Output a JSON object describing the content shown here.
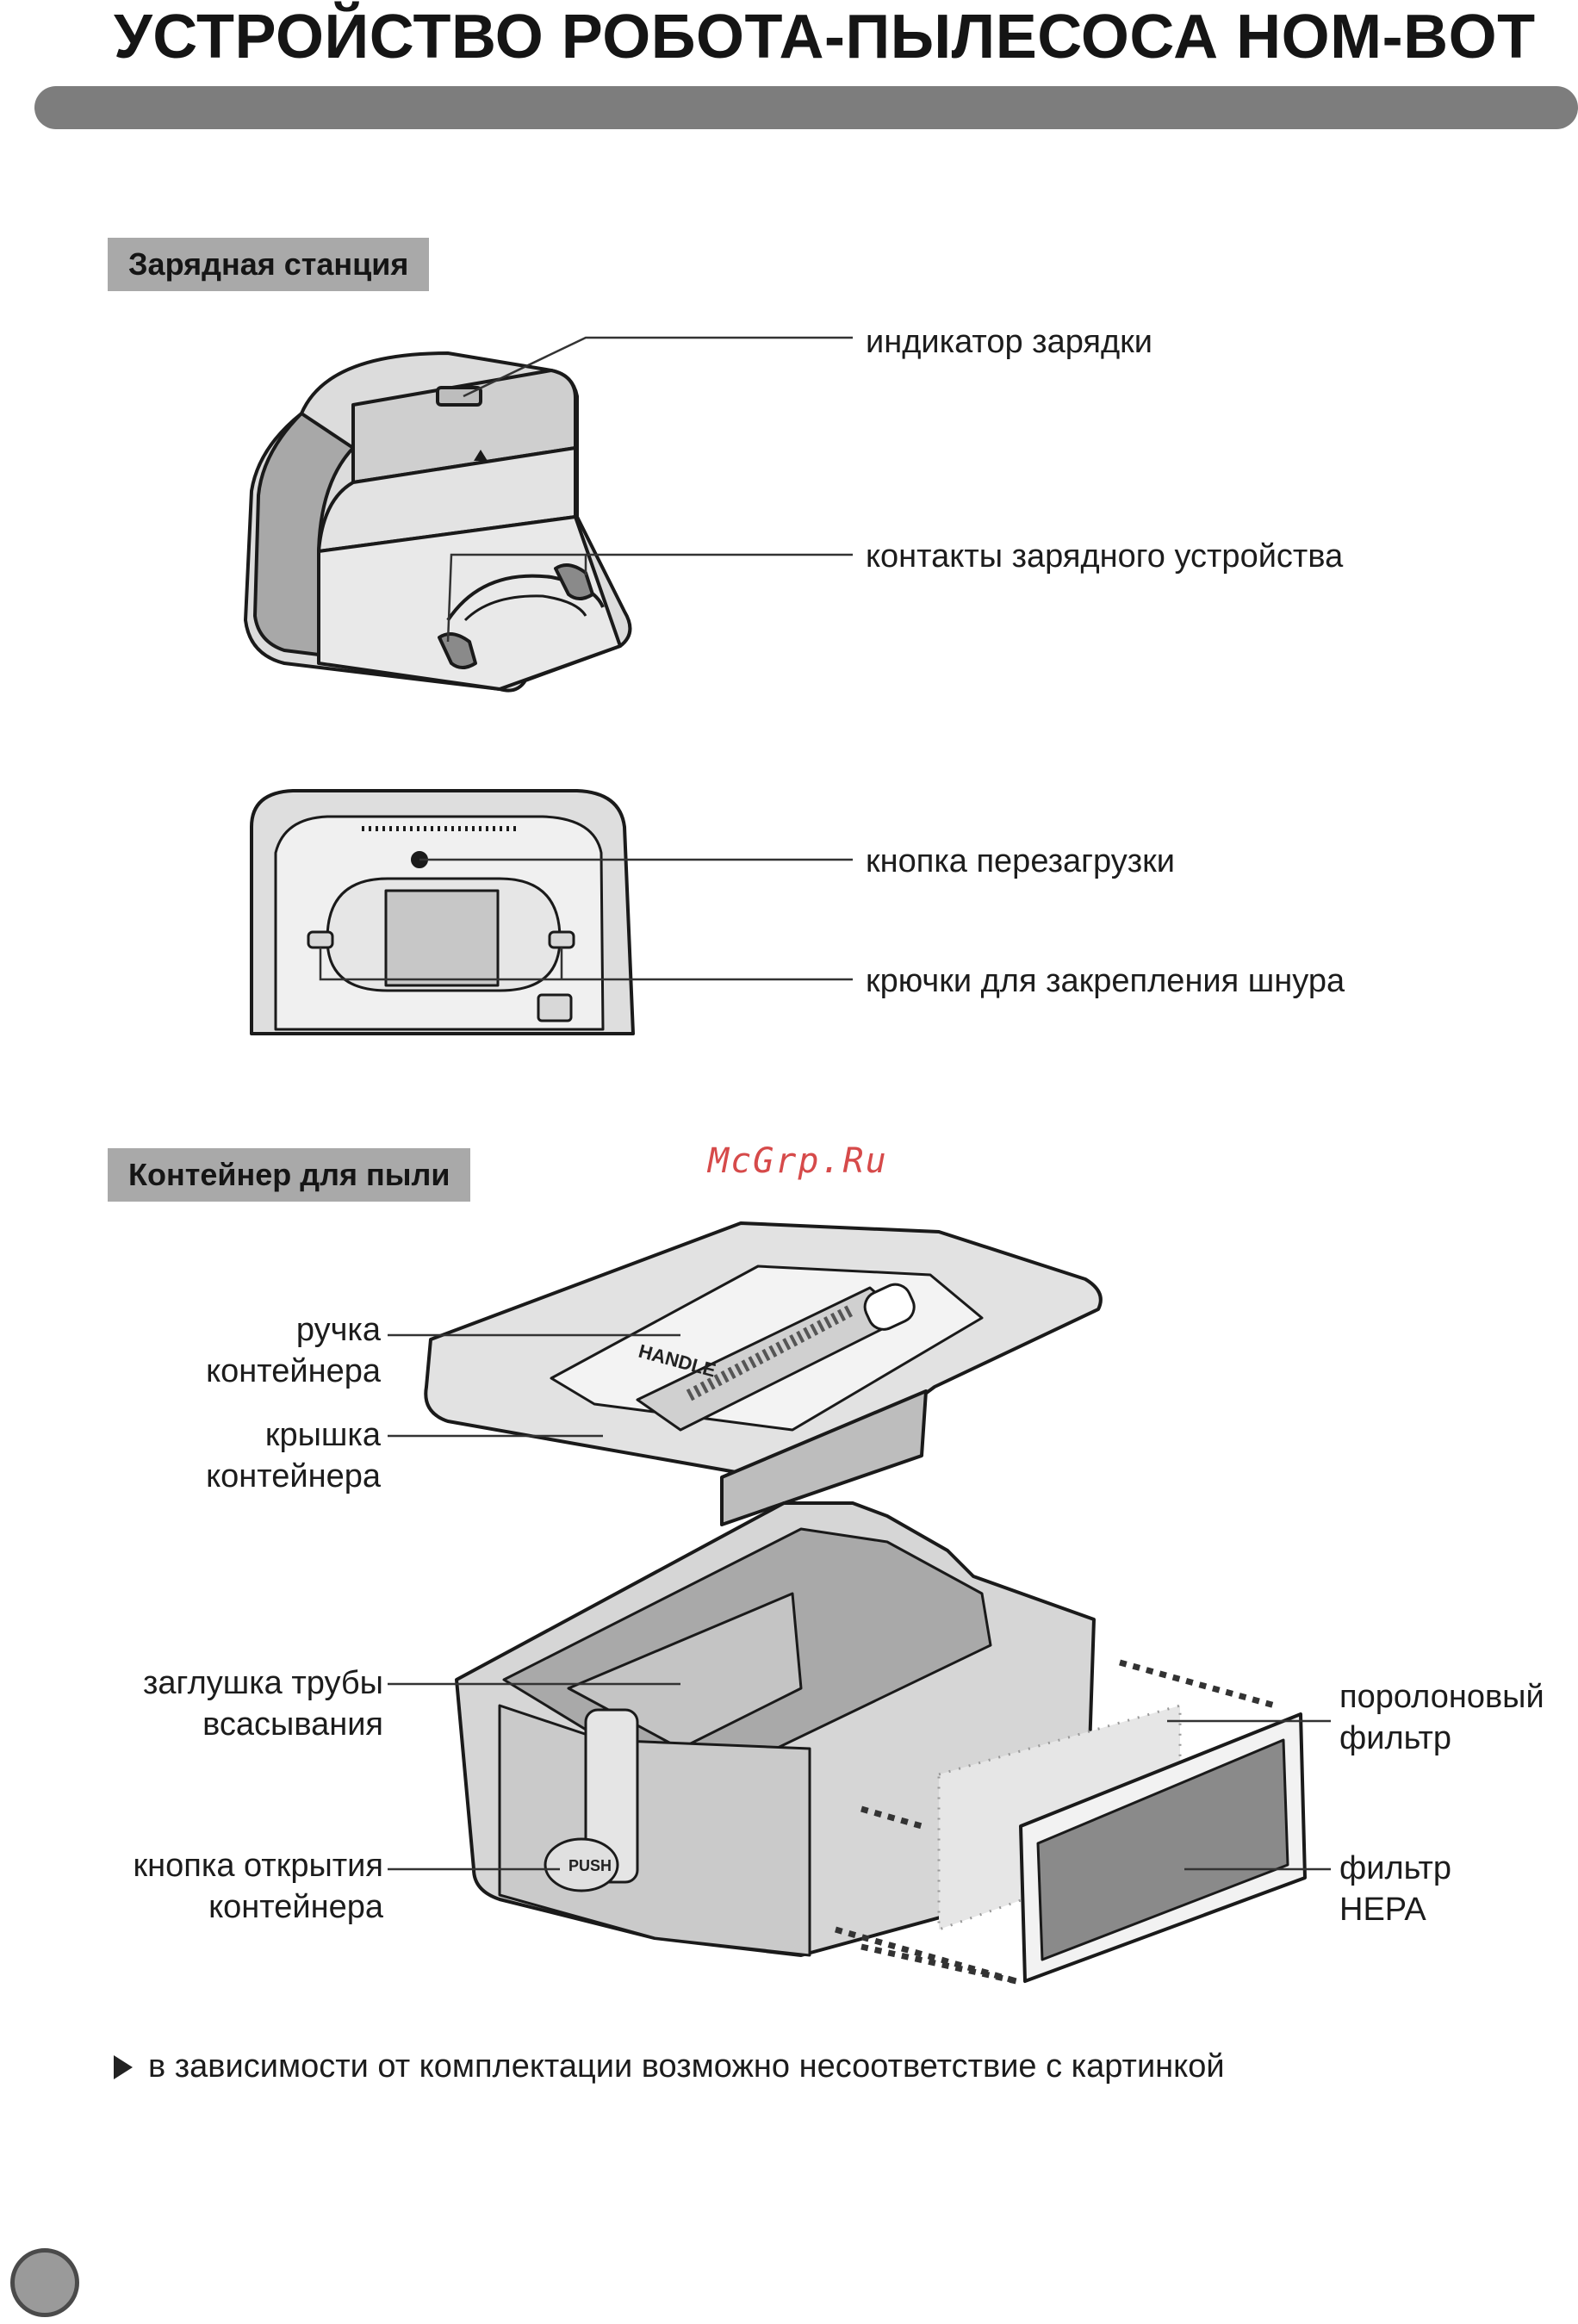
{
  "header": {
    "title": "УСТРОЙСТВО РОБОТА-ПЫЛЕСОСА HOM-BOT"
  },
  "sections": {
    "charging_station": {
      "label": "Зарядная станция",
      "callouts": {
        "charge_indicator": "индикатор зарядки",
        "charger_contacts": "контакты зарядного устройства",
        "reset_button": "кнопка перезагрузки",
        "cord_hooks": "крючки для закрепления шнура"
      }
    },
    "dust_container": {
      "label": "Контейнер для пыли",
      "callouts": {
        "handle_line1": "ручка",
        "handle_line2": "контейнера",
        "lid_line1": "крышка",
        "lid_line2": "контейнера",
        "plug_line1": "заглушка трубы",
        "plug_line2": "всасывания",
        "open_button_line1": "кнопка открытия",
        "open_button_line2": "контейнера",
        "foam_filter_line1": "поролоновый",
        "foam_filter_line2": "фильтр",
        "hepa_line1": "фильтр",
        "hepa_line2": "HEPA"
      },
      "push_label": "PUSH",
      "handle_text": "HANDLE"
    }
  },
  "footnote": "в зависимости от комплектации возможно несоответствие с картинкой",
  "watermark": "McGrp.Ru",
  "colors": {
    "title_bar": "#7d7d7d",
    "section_tag": "#a9a9a9",
    "watermark": "#d64a4a"
  }
}
